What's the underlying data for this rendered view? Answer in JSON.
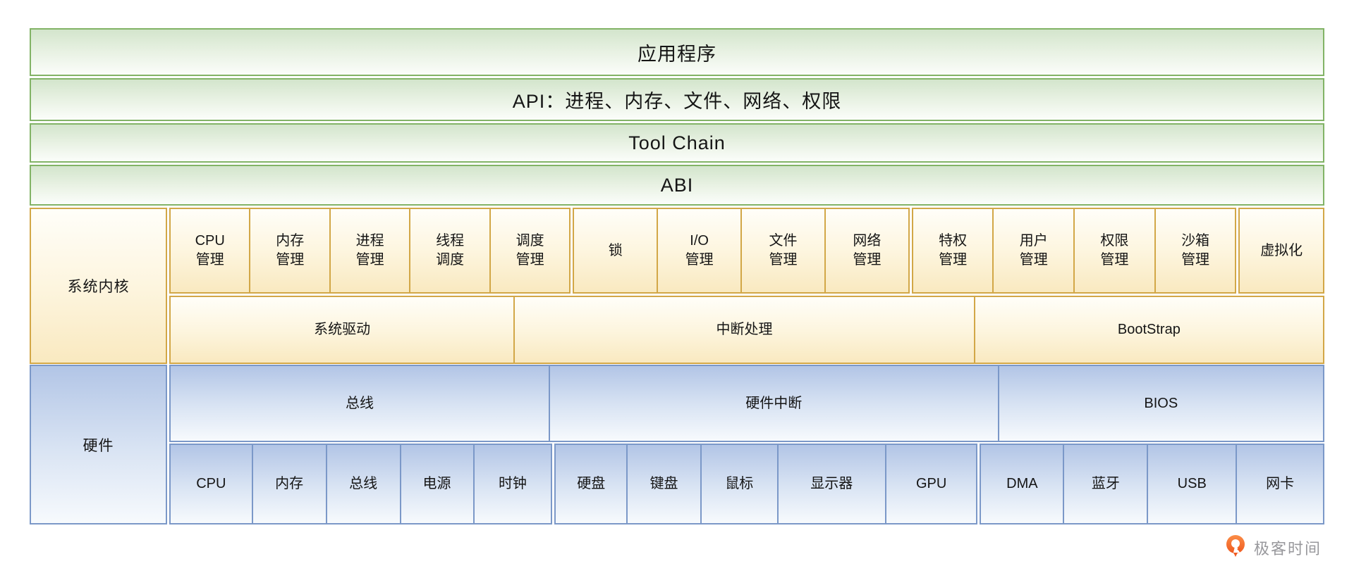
{
  "layers": {
    "app": "应用程序",
    "api": "API：进程、内存、文件、网络、权限",
    "toolchain": "Tool Chain",
    "abi": "ABI"
  },
  "kernel": {
    "label": "系统内核",
    "groups": [
      {
        "cells": [
          "CPU\n管理",
          "内存\n管理",
          "进程\n管理",
          "线程\n调度",
          "调度\n管理"
        ]
      },
      {
        "cells": [
          "锁",
          "I/O\n管理",
          "文件\n管理",
          "网络\n管理"
        ]
      },
      {
        "cells": [
          "特权\n管理",
          "用户\n管理",
          "权限\n管理",
          "沙箱\n管理"
        ]
      },
      {
        "cells": [
          "虚拟化"
        ]
      }
    ],
    "bottom": [
      "系统驱动",
      "中断处理",
      "BootStrap"
    ]
  },
  "hardware": {
    "label": "硬件",
    "top": [
      "总线",
      "硬件中断",
      "BIOS"
    ],
    "groups": [
      {
        "cells": [
          "CPU",
          "内存",
          "总线",
          "电源",
          "时钟"
        ]
      },
      {
        "cells": [
          "硬盘",
          "键盘",
          "鼠标",
          "显示器",
          "GPU"
        ]
      },
      {
        "cells": [
          "DMA",
          "蓝牙",
          "USB",
          "网卡"
        ]
      }
    ]
  },
  "brand": {
    "name": "极客时间"
  },
  "colors": {
    "green_border": "#82b366",
    "green_fill_top": "#d3e5cc",
    "amber_border": "#d2a747",
    "amber_fill_bottom": "#f9e9c0",
    "blue_border": "#7b98c8",
    "blue_fill_top": "#b2c5e6",
    "brand_orange": "#f4671f",
    "brand_gray": "#98989c"
  }
}
